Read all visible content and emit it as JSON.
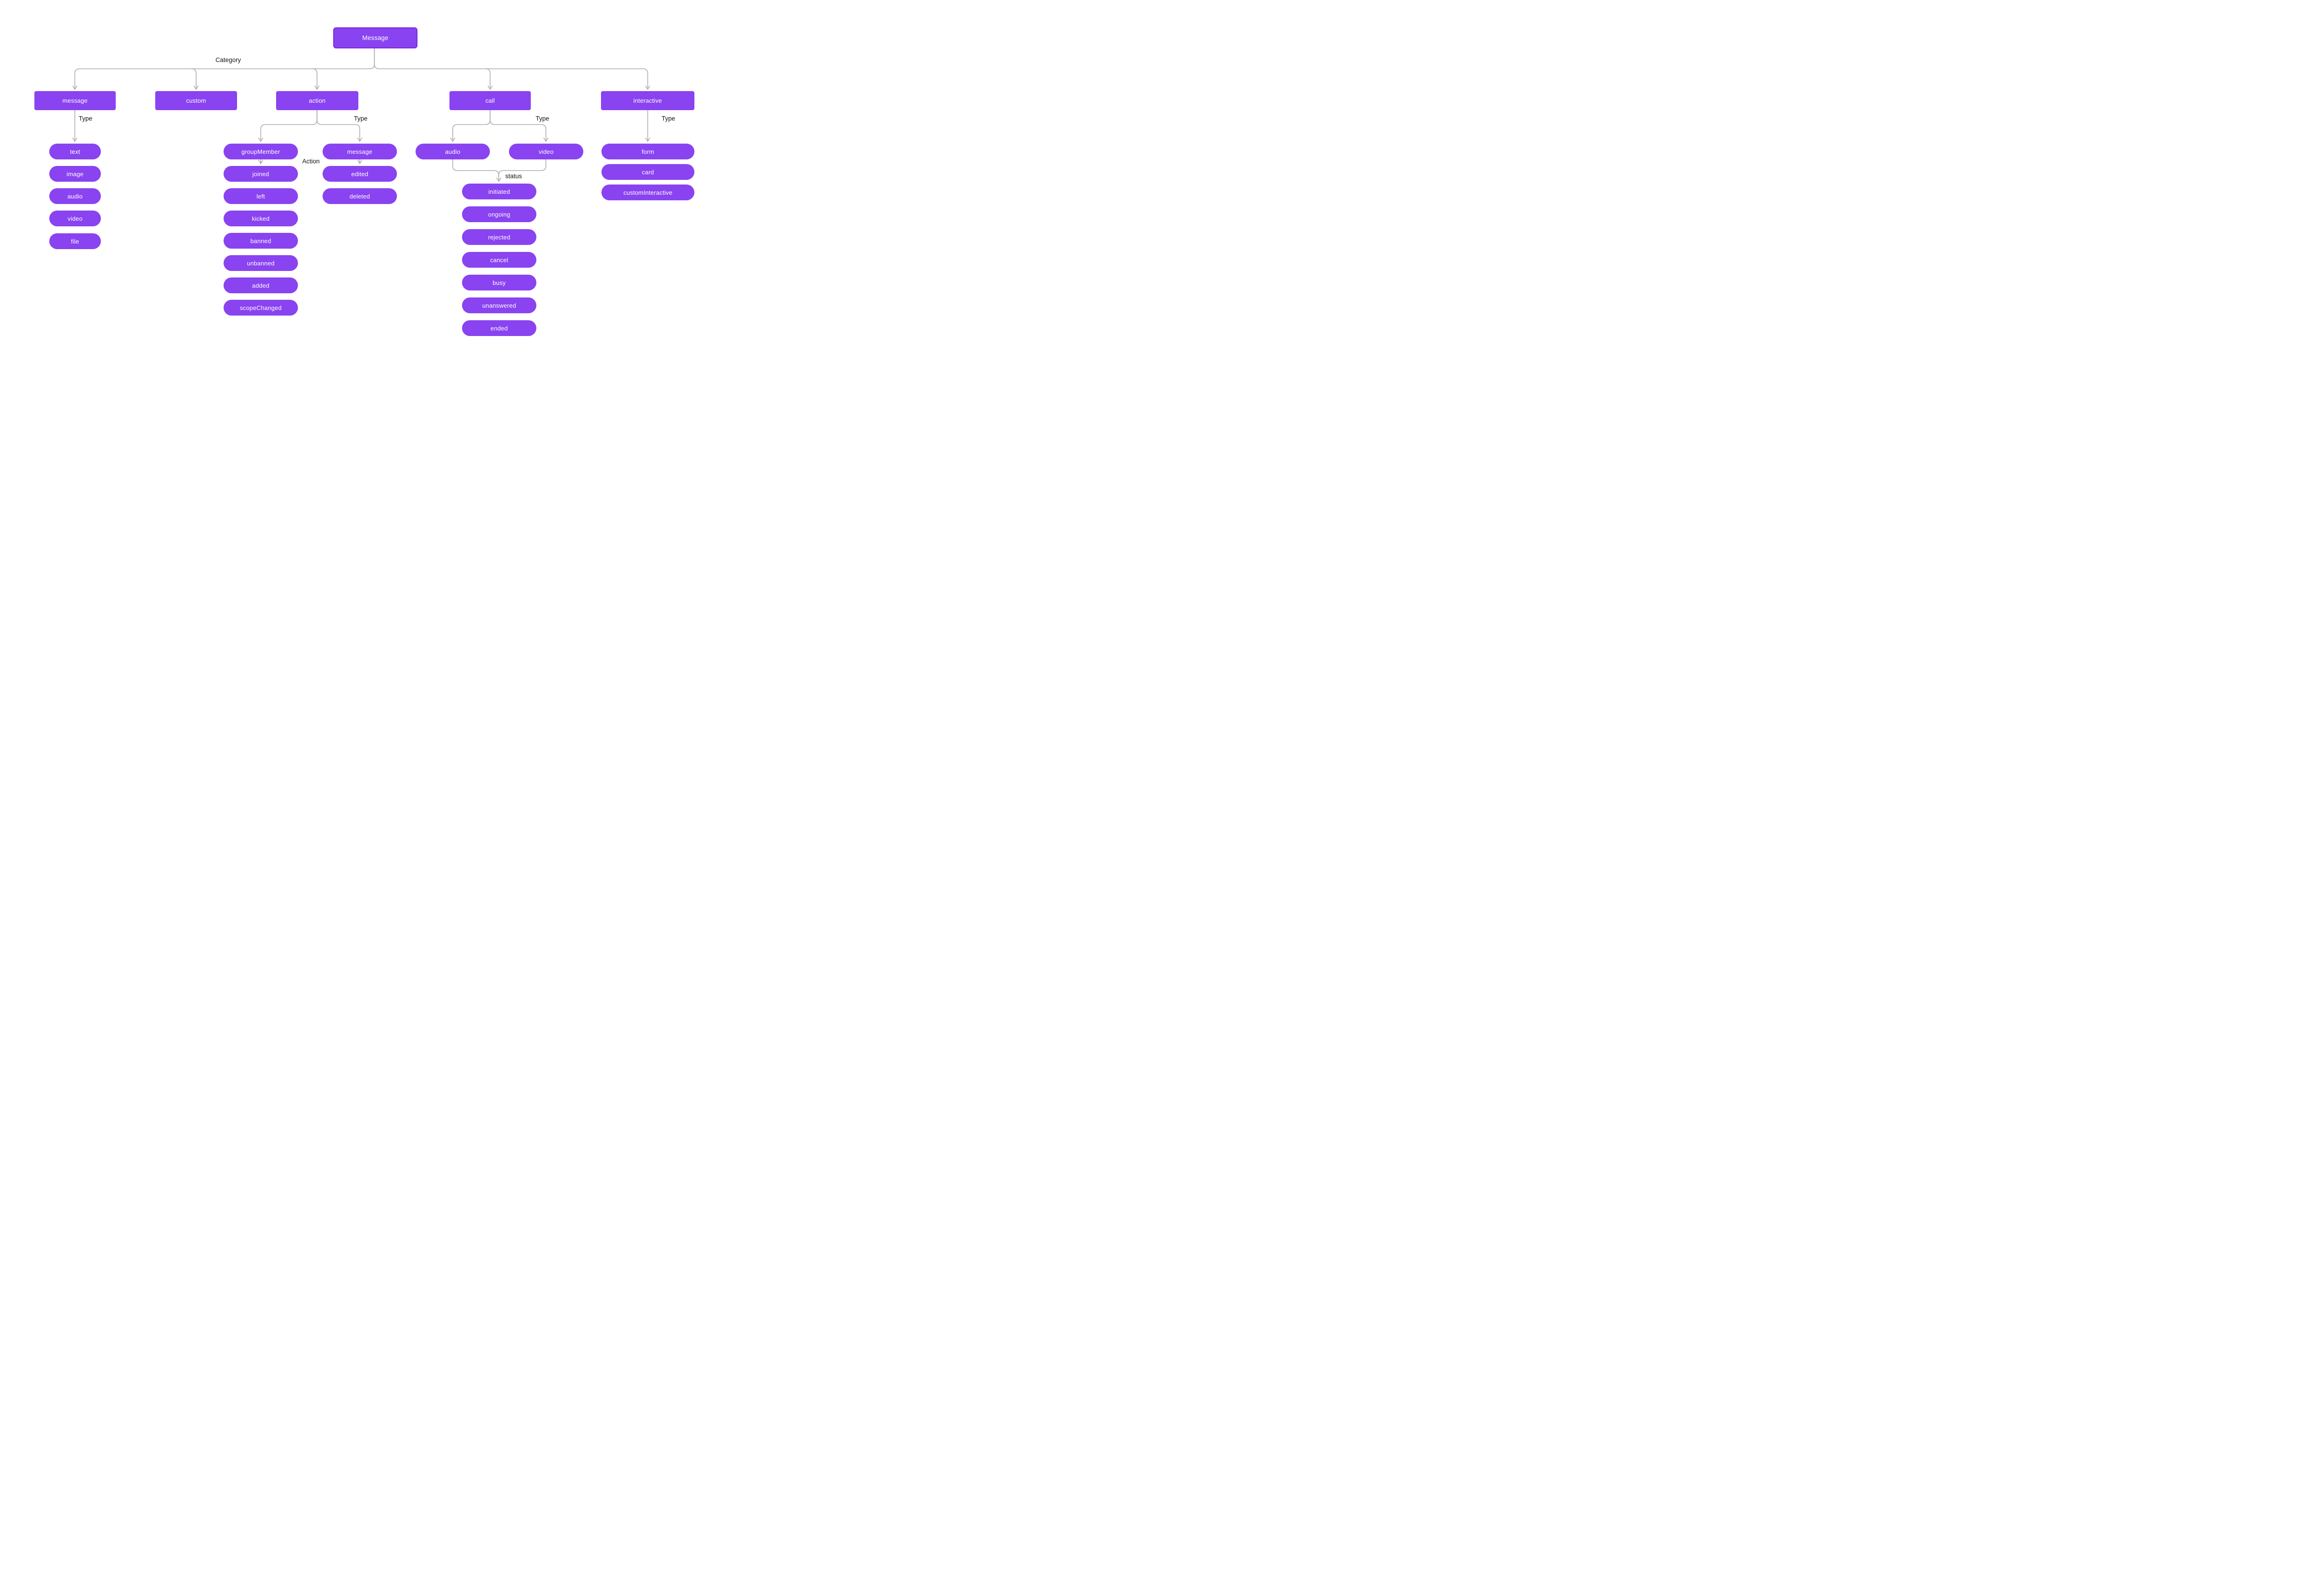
{
  "colors": {
    "node_fill": "#8A43F0",
    "root_border": "#7928D9",
    "node_text": "#FFFFFF",
    "connector": "#ACACAC",
    "label_text": "#141414",
    "background": "#FFFFFF"
  },
  "diagram": {
    "root": {
      "label": "Message"
    },
    "labels": {
      "category": "Category",
      "type": "Type",
      "action": "Action",
      "status": "status"
    },
    "branches": {
      "message": {
        "label": "message",
        "types": [
          "text",
          "image",
          "audio",
          "video",
          "file"
        ]
      },
      "custom": {
        "label": "custom"
      },
      "action": {
        "label": "action",
        "group_member": {
          "label": "groupMember",
          "actions": [
            "joined",
            "left",
            "kicked",
            "banned",
            "unbanned",
            "added",
            "scopeChanged"
          ]
        },
        "message": {
          "label": "message",
          "actions": [
            "edited",
            "deleted"
          ]
        }
      },
      "call": {
        "label": "call",
        "audio": {
          "label": "audio"
        },
        "video": {
          "label": "video"
        },
        "statuses": [
          "initiated",
          "ongoing",
          "rejected",
          "cancel",
          "busy",
          "unanswered",
          "ended"
        ]
      },
      "interactive": {
        "label": "interactive",
        "types": [
          "form",
          "card",
          "customInteractive"
        ]
      }
    }
  }
}
